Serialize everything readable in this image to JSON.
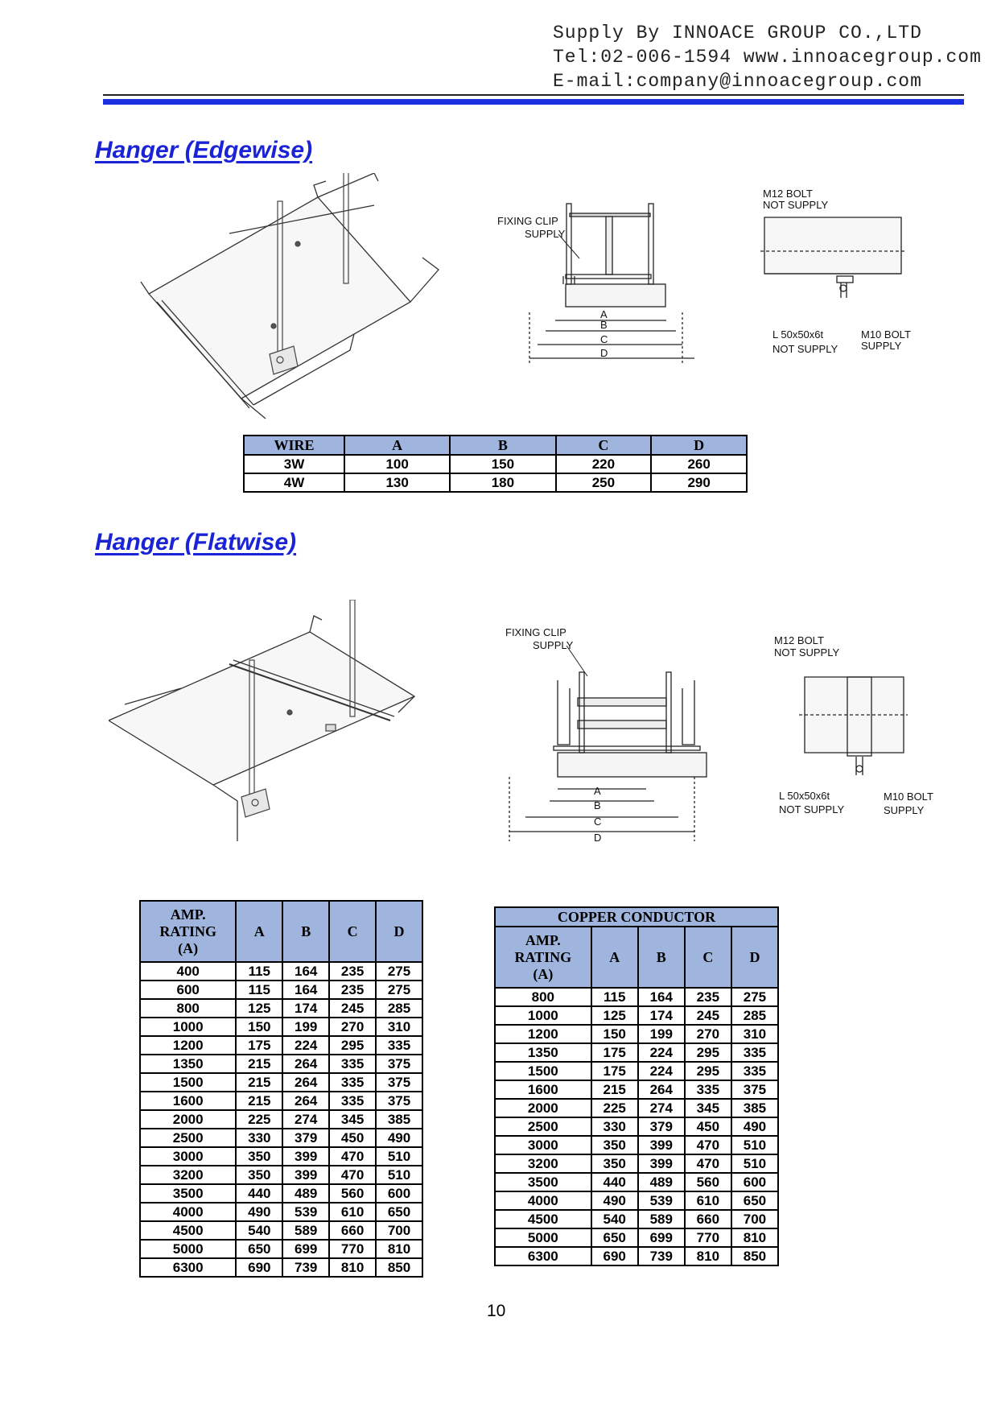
{
  "header": {
    "line1": "Supply By INNOACE GROUP CO.,LTD",
    "line2": "Tel:02-006-1594 www.innoacegroup.com",
    "line3": "E-mail:company@innoacegroup.com"
  },
  "sections": {
    "edgewise_title": "Hanger (Edgewise)",
    "flatwise_title": "Hanger (Flatwise)"
  },
  "diagram_labels": {
    "fixing_clip": "FIXING CLIP",
    "supply": "SUPPLY",
    "m12_bolt": "M12 BOLT",
    "not_supply": "NOT SUPPLY",
    "m10_bolt": "M10 BOLT",
    "angle": "L 50x50x6t",
    "dim_a": "A",
    "dim_b": "B",
    "dim_c": "C",
    "dim_d": "D"
  },
  "wire_table": {
    "headers": [
      "WIRE",
      "A",
      "B",
      "C",
      "D"
    ],
    "rows": [
      [
        "3W",
        "100",
        "150",
        "220",
        "260"
      ],
      [
        "4W",
        "130",
        "180",
        "250",
        "290"
      ]
    ]
  },
  "flatwise_table_1": {
    "headers": [
      "AMP.\nRATING\n(A)",
      "A",
      "B",
      "C",
      "D"
    ],
    "rows": [
      [
        "400",
        "115",
        "164",
        "235",
        "275"
      ],
      [
        "600",
        "115",
        "164",
        "235",
        "275"
      ],
      [
        "800",
        "125",
        "174",
        "245",
        "285"
      ],
      [
        "1000",
        "150",
        "199",
        "270",
        "310"
      ],
      [
        "1200",
        "175",
        "224",
        "295",
        "335"
      ],
      [
        "1350",
        "215",
        "264",
        "335",
        "375"
      ],
      [
        "1500",
        "215",
        "264",
        "335",
        "375"
      ],
      [
        "1600",
        "215",
        "264",
        "335",
        "375"
      ],
      [
        "2000",
        "225",
        "274",
        "345",
        "385"
      ],
      [
        "2500",
        "330",
        "379",
        "450",
        "490"
      ],
      [
        "3000",
        "350",
        "399",
        "470",
        "510"
      ],
      [
        "3200",
        "350",
        "399",
        "470",
        "510"
      ],
      [
        "3500",
        "440",
        "489",
        "560",
        "600"
      ],
      [
        "4000",
        "490",
        "539",
        "610",
        "650"
      ],
      [
        "4500",
        "540",
        "589",
        "660",
        "700"
      ],
      [
        "5000",
        "650",
        "699",
        "770",
        "810"
      ],
      [
        "6300",
        "690",
        "739",
        "810",
        "850"
      ]
    ]
  },
  "flatwise_table_2": {
    "caption": "COPPER CONDUCTOR",
    "headers": [
      "AMP.\nRATING\n(A)",
      "A",
      "B",
      "C",
      "D"
    ],
    "rows": [
      [
        "800",
        "115",
        "164",
        "235",
        "275"
      ],
      [
        "1000",
        "125",
        "174",
        "245",
        "285"
      ],
      [
        "1200",
        "150",
        "199",
        "270",
        "310"
      ],
      [
        "1350",
        "175",
        "224",
        "295",
        "335"
      ],
      [
        "1500",
        "175",
        "224",
        "295",
        "335"
      ],
      [
        "1600",
        "215",
        "264",
        "335",
        "375"
      ],
      [
        "2000",
        "225",
        "274",
        "345",
        "385"
      ],
      [
        "2500",
        "330",
        "379",
        "450",
        "490"
      ],
      [
        "3000",
        "350",
        "399",
        "470",
        "510"
      ],
      [
        "3200",
        "350",
        "399",
        "470",
        "510"
      ],
      [
        "3500",
        "440",
        "489",
        "560",
        "600"
      ],
      [
        "4000",
        "490",
        "539",
        "610",
        "650"
      ],
      [
        "4500",
        "540",
        "589",
        "660",
        "700"
      ],
      [
        "5000",
        "650",
        "699",
        "770",
        "810"
      ],
      [
        "6300",
        "690",
        "739",
        "810",
        "850"
      ]
    ]
  },
  "page_number": "10"
}
